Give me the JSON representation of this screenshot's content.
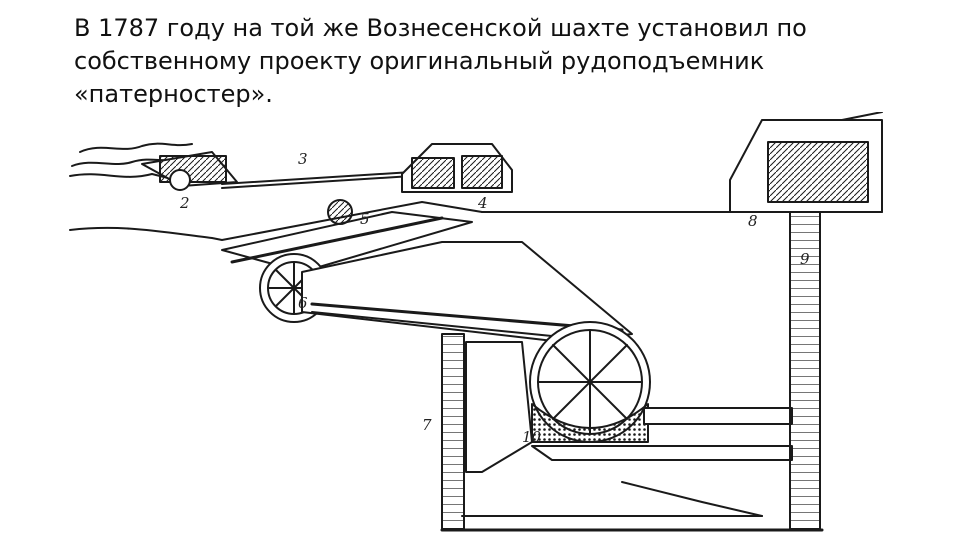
{
  "slide": {
    "lines": [
      "В 1787 году на той же Вознесенской шахте установил по",
      "собственному проекту оригинальный рудоподъемник",
      "«патерностер»."
    ]
  },
  "figure": {
    "labels": [
      "2",
      "3",
      "4",
      "5",
      "6",
      "7",
      "8",
      "9",
      "10"
    ],
    "ink_color": "#1a1a1a"
  }
}
